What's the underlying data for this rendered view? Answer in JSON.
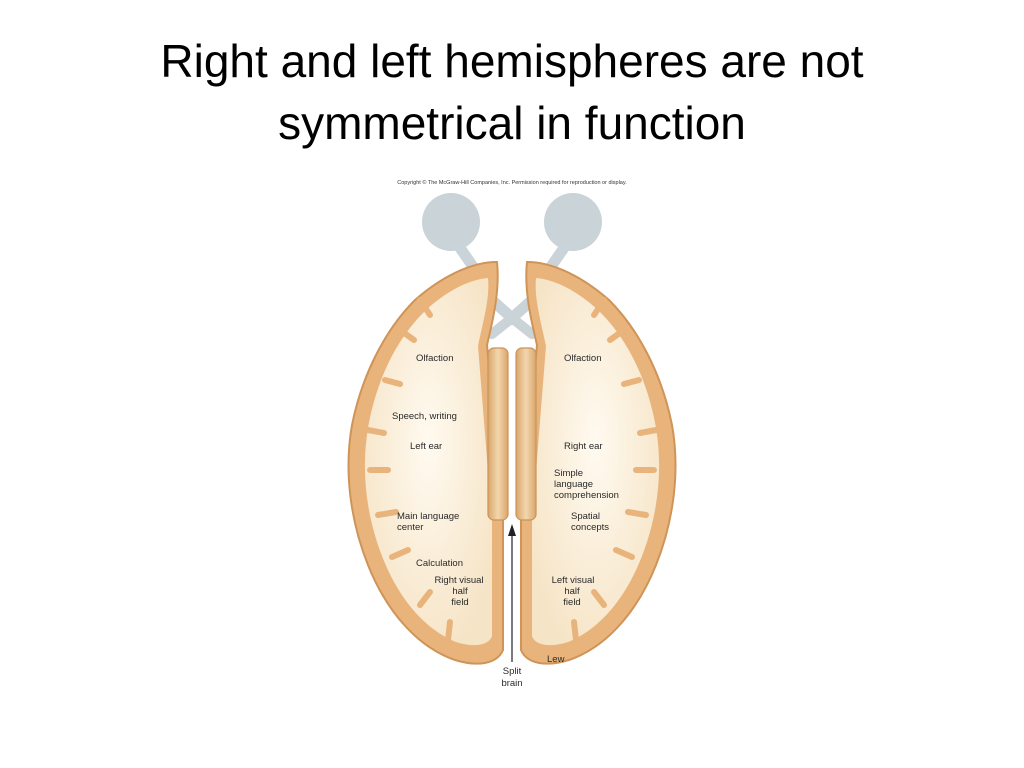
{
  "slide": {
    "title_line1": "Right and left hemispheres are not",
    "title_line2": "symmetrical in function"
  },
  "figure": {
    "copyright": "Copyright © The McGraw-Hill Companies, Inc. Permission required for reproduction or display.",
    "left_hemisphere": {
      "olfaction": "Olfaction",
      "speech": "Speech, writing",
      "ear": "Left ear",
      "language_1": "Main language",
      "language_2": "center",
      "calculation": "Calculation",
      "visual_1": "Right visual",
      "visual_2": "half",
      "visual_3": "field"
    },
    "right_hemisphere": {
      "olfaction": "Olfaction",
      "ear": "Right ear",
      "simple_1": "Simple",
      "simple_2": "language",
      "simple_3": "comprehension",
      "spatial_1": "Spatial",
      "spatial_2": "concepts",
      "visual_1": "Left visual",
      "visual_2": "half",
      "visual_3": "field"
    },
    "split_1": "Split",
    "split_2": "brain",
    "artist": "Lew",
    "colors": {
      "cortex": "#e9b47c",
      "white_matter": "#fbf2e2",
      "corpus": "#ebc491",
      "eye": "#c9d3d8"
    }
  }
}
